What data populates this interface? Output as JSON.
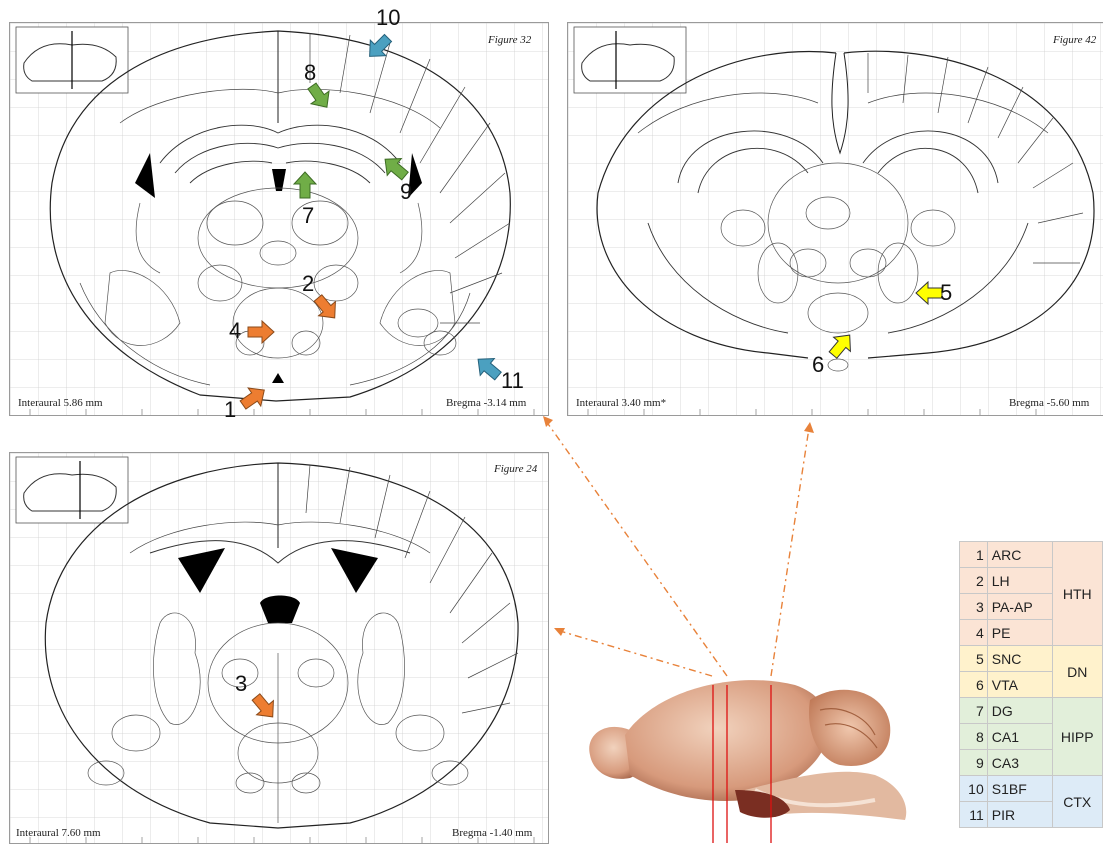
{
  "figures": {
    "top_left": {
      "title": "Figure 32",
      "interaural": "Interaural 5.86 mm",
      "bregma": "Bregma -3.14 mm"
    },
    "top_right": {
      "title": "Figure 42",
      "interaural": "Interaural 3.40 mm*",
      "bregma": "Bregma -5.60 mm"
    },
    "bottom_left": {
      "title": "Figure 24",
      "interaural": "Interaural 7.60 mm",
      "bregma": "Bregma -1.40 mm"
    }
  },
  "markers": {
    "m1": "1",
    "m2": "2",
    "m3": "3",
    "m4": "4",
    "m5": "5",
    "m6": "6",
    "m7": "7",
    "m8": "8",
    "m9": "9",
    "m10": "10",
    "m11": "11"
  },
  "legend": {
    "rows": [
      {
        "num": "1",
        "abbr": "ARC"
      },
      {
        "num": "2",
        "abbr": "LH"
      },
      {
        "num": "3",
        "abbr": "PA-AP"
      },
      {
        "num": "4",
        "abbr": "PE"
      },
      {
        "num": "5",
        "abbr": "SNC"
      },
      {
        "num": "6",
        "abbr": "VTA"
      },
      {
        "num": "7",
        "abbr": "DG"
      },
      {
        "num": "8",
        "abbr": "CA1"
      },
      {
        "num": "9",
        "abbr": "CA3"
      },
      {
        "num": "10",
        "abbr": "S1BF"
      },
      {
        "num": "11",
        "abbr": "PIR"
      }
    ],
    "groups": {
      "hth": "HTH",
      "dn": "DN",
      "hipp": "HIPP",
      "ctx": "CTX"
    }
  },
  "colors": {
    "hth_arrow": "#ed7d31",
    "dn_arrow": "#ffff00",
    "hipp_arrow": "#70ad47",
    "ctx_arrow": "#4ba0c0",
    "hth_bg": "#fbe4d5",
    "dn_bg": "#fff2cc",
    "hipp_bg": "#e2efda",
    "ctx_bg": "#ddebf7",
    "connector": "#e8823a",
    "cut_line": "#d11"
  }
}
